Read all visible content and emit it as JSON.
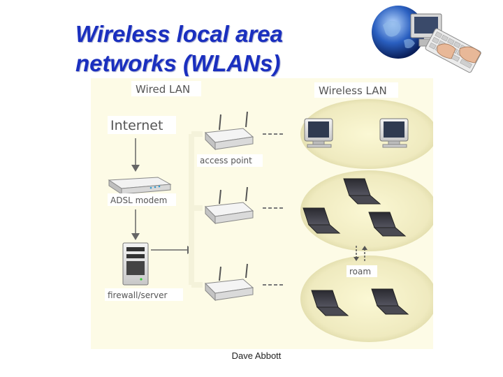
{
  "slide": {
    "title_line1": "Wireless local area",
    "title_line2": "networks (WLANs)",
    "footer": "Dave Abbott"
  },
  "diagram": {
    "wired_label": "Wired LAN",
    "wireless_label": "Wireless LAN",
    "internet_label": "Internet",
    "modem_label": "ADSL modem",
    "server_label": "firewall/server",
    "access_point_label": "access point",
    "roam_label": "roam"
  },
  "icons": [
    "globe-keyboard-icon",
    "access-point-icon",
    "modem-icon",
    "server-icon",
    "monitor-icon",
    "laptop-icon"
  ],
  "colors": {
    "title": "#1a2fbf",
    "panel": "#fbf8d8",
    "ellipse": "#ebe8b8"
  }
}
